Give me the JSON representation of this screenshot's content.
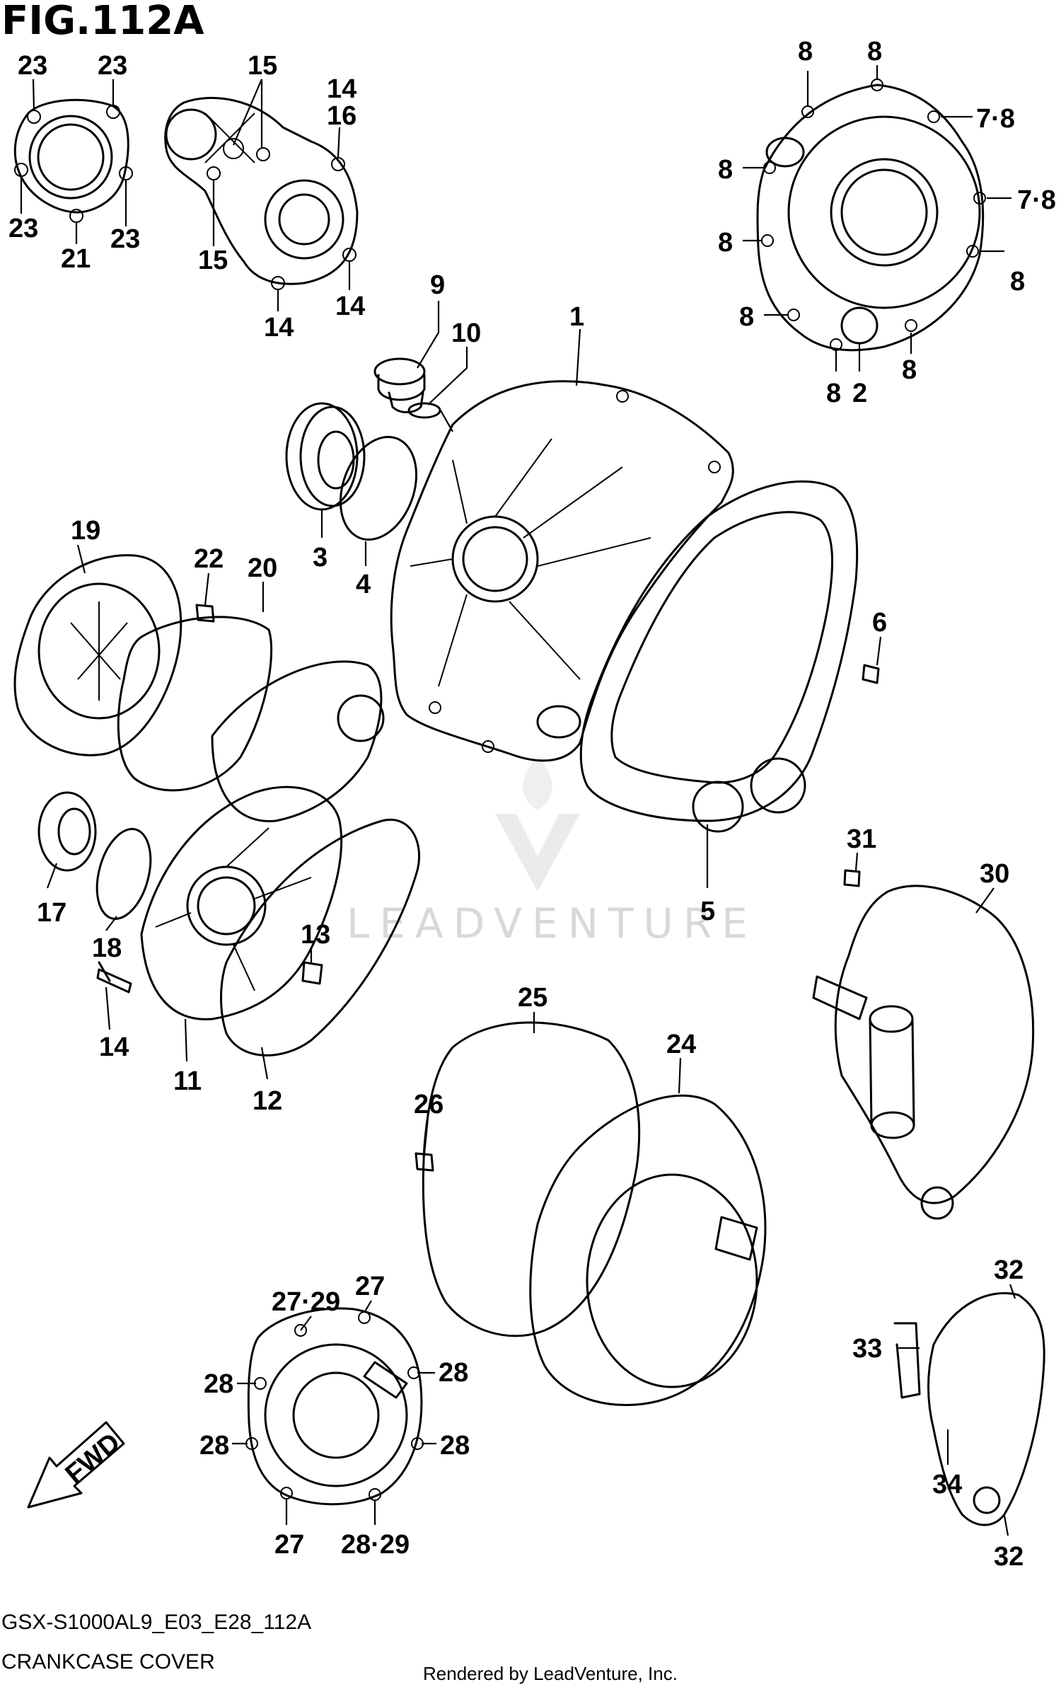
{
  "figure": {
    "title": "FIG.112A",
    "model_code": "GSX-S1000AL9_E03_E28_112A",
    "section": "CRANKCASE COVER",
    "rendered_by": "Rendered by LeadVenture, Inc.",
    "watermark": "LEADVENTURE",
    "fwd_label": "FWD"
  },
  "callouts": [
    {
      "id": "c-23a",
      "label": "23"
    },
    {
      "id": "c-23b",
      "label": "23"
    },
    {
      "id": "c-23c",
      "label": "23"
    },
    {
      "id": "c-23d",
      "label": "23"
    },
    {
      "id": "c-21",
      "label": "21"
    },
    {
      "id": "c-15a",
      "label": "15"
    },
    {
      "id": "c-15b",
      "label": "15"
    },
    {
      "id": "c-14a",
      "label": "14"
    },
    {
      "id": "c-16",
      "label": "16"
    },
    {
      "id": "c-14b",
      "label": "14"
    },
    {
      "id": "c-14c",
      "label": "14"
    },
    {
      "id": "c-8a",
      "label": "8"
    },
    {
      "id": "c-8b",
      "label": "8"
    },
    {
      "id": "c-78a",
      "label": "7·8"
    },
    {
      "id": "c-8c",
      "label": "8"
    },
    {
      "id": "c-78b",
      "label": "7·8"
    },
    {
      "id": "c-8d",
      "label": "8"
    },
    {
      "id": "c-8e",
      "label": "8"
    },
    {
      "id": "c-8f",
      "label": "8"
    },
    {
      "id": "c-8g",
      "label": "8"
    },
    {
      "id": "c-2",
      "label": "2"
    },
    {
      "id": "c-8h",
      "label": "8"
    },
    {
      "id": "c-9",
      "label": "9"
    },
    {
      "id": "c-10",
      "label": "10"
    },
    {
      "id": "c-1",
      "label": "1"
    },
    {
      "id": "c-3",
      "label": "3"
    },
    {
      "id": "c-4",
      "label": "4"
    },
    {
      "id": "c-19",
      "label": "19"
    },
    {
      "id": "c-22",
      "label": "22"
    },
    {
      "id": "c-20",
      "label": "20"
    },
    {
      "id": "c-6",
      "label": "6"
    },
    {
      "id": "c-17",
      "label": "17"
    },
    {
      "id": "c-18",
      "label": "18"
    },
    {
      "id": "c-13",
      "label": "13"
    },
    {
      "id": "c-14d",
      "label": "14"
    },
    {
      "id": "c-11",
      "label": "11"
    },
    {
      "id": "c-12",
      "label": "12"
    },
    {
      "id": "c-5",
      "label": "5"
    },
    {
      "id": "c-31",
      "label": "31"
    },
    {
      "id": "c-30",
      "label": "30"
    },
    {
      "id": "c-25",
      "label": "25"
    },
    {
      "id": "c-24",
      "label": "24"
    },
    {
      "id": "c-26",
      "label": "26"
    },
    {
      "id": "c-2729",
      "label": "27·29"
    },
    {
      "id": "c-27a",
      "label": "27"
    },
    {
      "id": "c-28a",
      "label": "28"
    },
    {
      "id": "c-28b",
      "label": "28"
    },
    {
      "id": "c-28c",
      "label": "28"
    },
    {
      "id": "c-28d",
      "label": "28"
    },
    {
      "id": "c-27b",
      "label": "27"
    },
    {
      "id": "c-2829",
      "label": "28·29"
    },
    {
      "id": "c-32a",
      "label": "32"
    },
    {
      "id": "c-33",
      "label": "33"
    },
    {
      "id": "c-34",
      "label": "34"
    },
    {
      "id": "c-32b",
      "label": "32"
    }
  ]
}
